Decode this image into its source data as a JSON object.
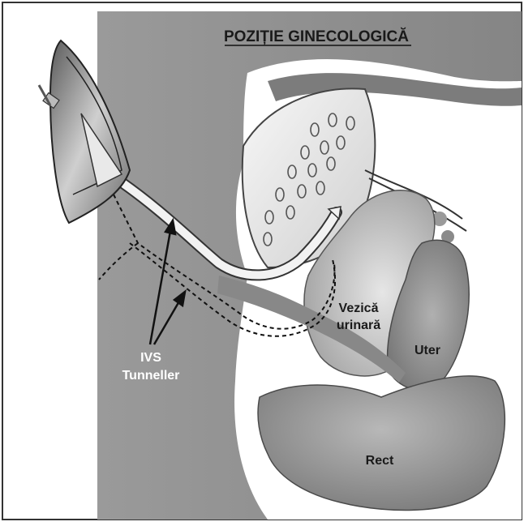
{
  "title": "POZIȚIE GINECOLOGICĂ",
  "labels": {
    "device_line1": "IVS",
    "device_line2": "Tunneller",
    "bladder_line1": "Vezică",
    "bladder_line2": "urinară",
    "uterus": "Uter",
    "rectum": "Rect"
  },
  "colors": {
    "background": "#ffffff",
    "body_wall": "#8d8d8d",
    "pubic_bone": "#6a6a6a",
    "organ_dark": "#7a7a7a",
    "organ_light": "#c4c4c4",
    "tape": "#f2f2f2"
  }
}
